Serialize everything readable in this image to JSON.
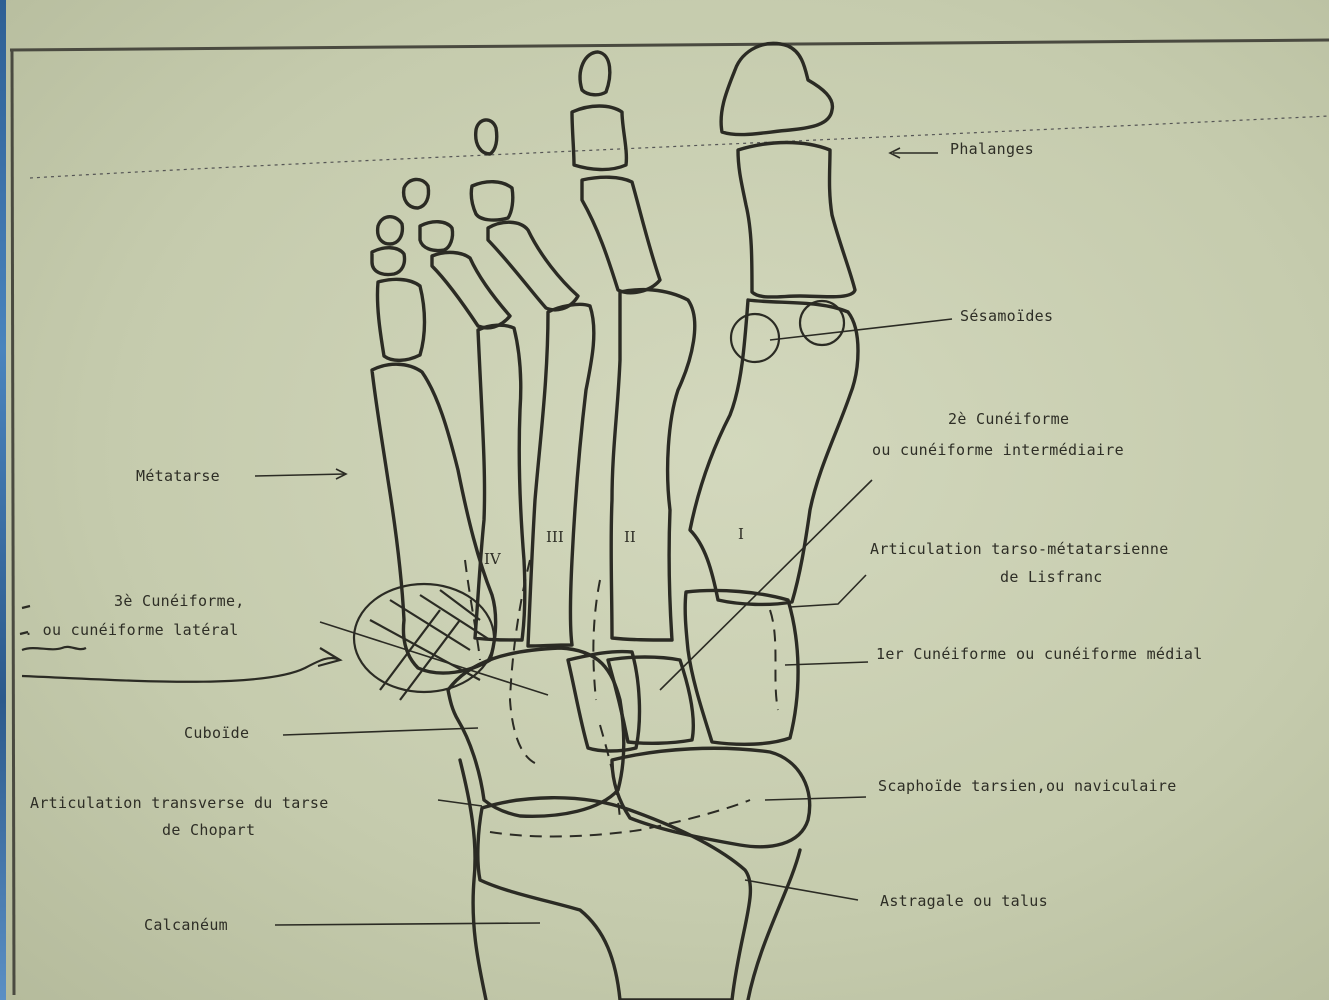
{
  "labels": {
    "phalanges": "Phalanges",
    "sesamoides": "Sésamoïdes",
    "cuneiforme2_line1": "2è Cunéiforme",
    "cuneiforme2_line2": "ou cunéiforme intermédiaire",
    "lisfranc_line1": "Articulation tarso-métatarsienne",
    "lisfranc_line2": "de Lisfranc",
    "cuneiforme1": "1er Cunéiforme ou cunéiforme médial",
    "scaphoide": "Scaphoïde tarsien,ou naviculaire",
    "astragale": "Astragale ou talus",
    "metatarse": "Métatarse",
    "cuneiforme3_line1": "3è Cunéiforme,",
    "cuneiforme3_line2": ". ou cunéiforme latéral",
    "cuboide": "Cuboïde",
    "chopart_line1": "Articulation transverse du tarse",
    "chopart_line2": "de Chopart",
    "calcaneum": "Calcanéum"
  },
  "metatarsal_numerals": {
    "i": "I",
    "ii": "II",
    "iii": "III",
    "iv": "IV"
  }
}
